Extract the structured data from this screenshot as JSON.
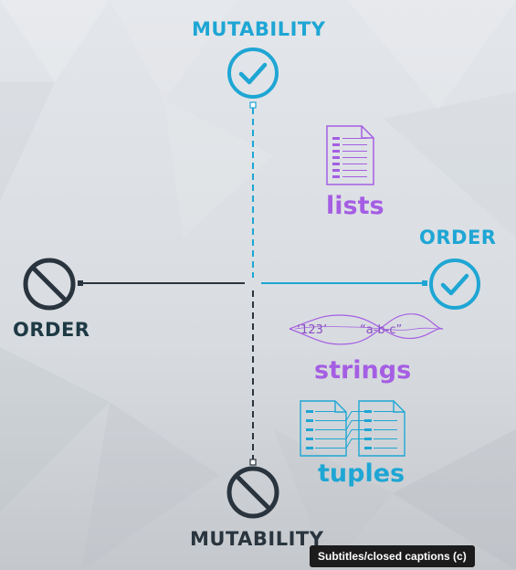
{
  "labels": {
    "top_axis": "MUTABILITY",
    "bottom_axis": "MUTABILITY",
    "left_axis": "ORDER",
    "right_axis": "ORDER"
  },
  "items": {
    "lists": "lists",
    "strings": "strings",
    "tuples": "tuples"
  },
  "string_examples": {
    "first": "‘123’",
    "second": "“a-b-c”"
  },
  "tooltip": {
    "text": "Subtitles/closed captions (c)"
  },
  "colors": {
    "cyan": "#1ea6d4",
    "purple": "#a55ee3",
    "dark": "#29343e",
    "teal_text": "#1e3a44",
    "tooltip_bg": "#1c1c1c"
  },
  "icons": {
    "top": "check-circle-icon",
    "right": "check-circle-icon",
    "left": "no-entry-icon",
    "bottom": "no-entry-icon",
    "lists": "document-list-icon",
    "strings": "wave-string-icon",
    "tuples": "paired-documents-icon"
  }
}
